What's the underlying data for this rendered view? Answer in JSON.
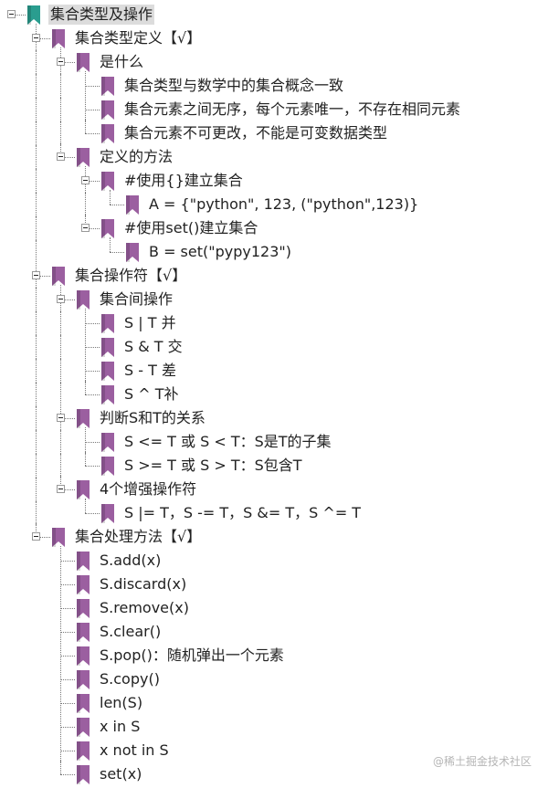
{
  "colors": {
    "root_icon": "#2a9d8f",
    "node_icon": "#9b5fa0"
  },
  "tree": [
    {
      "level": 0,
      "text": "集合类型及操作",
      "selected": true
    },
    {
      "level": 1,
      "text": "集合类型定义【√】"
    },
    {
      "level": 2,
      "text": "是什么"
    },
    {
      "level": 3,
      "text": "集合类型与数学中的集合概念一致"
    },
    {
      "level": 3,
      "text": "集合元素之间无序，每个元素唯一，不存在相同元素"
    },
    {
      "level": 3,
      "text": "集合元素不可更改，不能是可变数据类型"
    },
    {
      "level": 2,
      "text": "定义的方法"
    },
    {
      "level": 3,
      "text": "#使用{}建立集合"
    },
    {
      "level": 4,
      "text": "A = {\"python\", 123, (\"python\",123)}"
    },
    {
      "level": 3,
      "text": "#使用set()建立集合"
    },
    {
      "level": 4,
      "text": "B = set(\"pypy123\")"
    },
    {
      "level": 1,
      "text": "集合操作符【√】"
    },
    {
      "level": 2,
      "text": "集合间操作"
    },
    {
      "level": 3,
      "text": "S | T 并"
    },
    {
      "level": 3,
      "text": "S & T 交"
    },
    {
      "level": 3,
      "text": "S - T 差"
    },
    {
      "level": 3,
      "text": "S ^ T补"
    },
    {
      "level": 2,
      "text": "判断S和T的关系"
    },
    {
      "level": 3,
      "text": "S <= T 或 S < T：S是T的子集"
    },
    {
      "level": 3,
      "text": "S >= T 或 S > T：S包含T"
    },
    {
      "level": 2,
      "text": "4个增强操作符"
    },
    {
      "level": 3,
      "text": "S |= T，S -= T，S &= T，S ^= T"
    },
    {
      "level": 1,
      "text": "集合处理方法【√】"
    },
    {
      "level": 2,
      "text": "S.add(x)"
    },
    {
      "level": 2,
      "text": "S.discard(x)"
    },
    {
      "level": 2,
      "text": "S.remove(x)"
    },
    {
      "level": 2,
      "text": "S.clear()"
    },
    {
      "level": 2,
      "text": "S.pop()：随机弹出一个元素"
    },
    {
      "level": 2,
      "text": "S.copy()"
    },
    {
      "level": 2,
      "text": "len(S)"
    },
    {
      "level": 2,
      "text": "x in S"
    },
    {
      "level": 2,
      "text": "x not in S"
    },
    {
      "level": 2,
      "text": "set(x)"
    }
  ],
  "watermark": "@稀土掘金技术社区"
}
